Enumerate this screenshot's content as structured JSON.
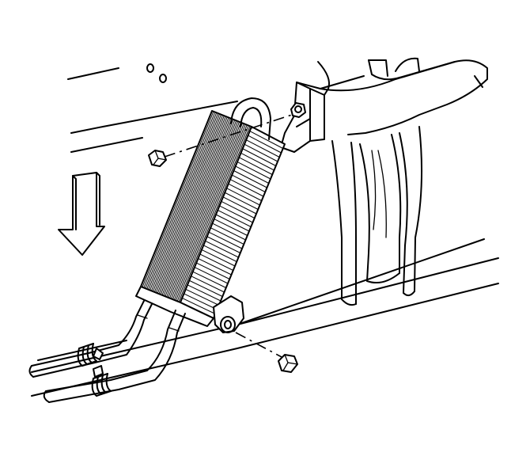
{
  "figure": {
    "components": [
      {
        "name": "transmission-oil-cooler",
        "icon": "cooler-core-icon"
      },
      {
        "name": "upper-mounting-bracket",
        "icon": "bracket-icon"
      },
      {
        "name": "lower-mounting-bracket",
        "icon": "bracket-icon"
      },
      {
        "name": "upper-bolt",
        "icon": "hex-bolt-icon"
      },
      {
        "name": "lower-bolt",
        "icon": "hex-bolt-icon"
      },
      {
        "name": "cooler-lines",
        "icon": "hose-icon"
      },
      {
        "name": "hose-clamps",
        "icon": "clamp-icon"
      },
      {
        "name": "radiator-support",
        "icon": "frame-icon"
      },
      {
        "name": "removal-direction-arrow",
        "icon": "arrow-down-icon"
      }
    ],
    "colors": {
      "line": "#000000",
      "background": "#ffffff"
    }
  }
}
